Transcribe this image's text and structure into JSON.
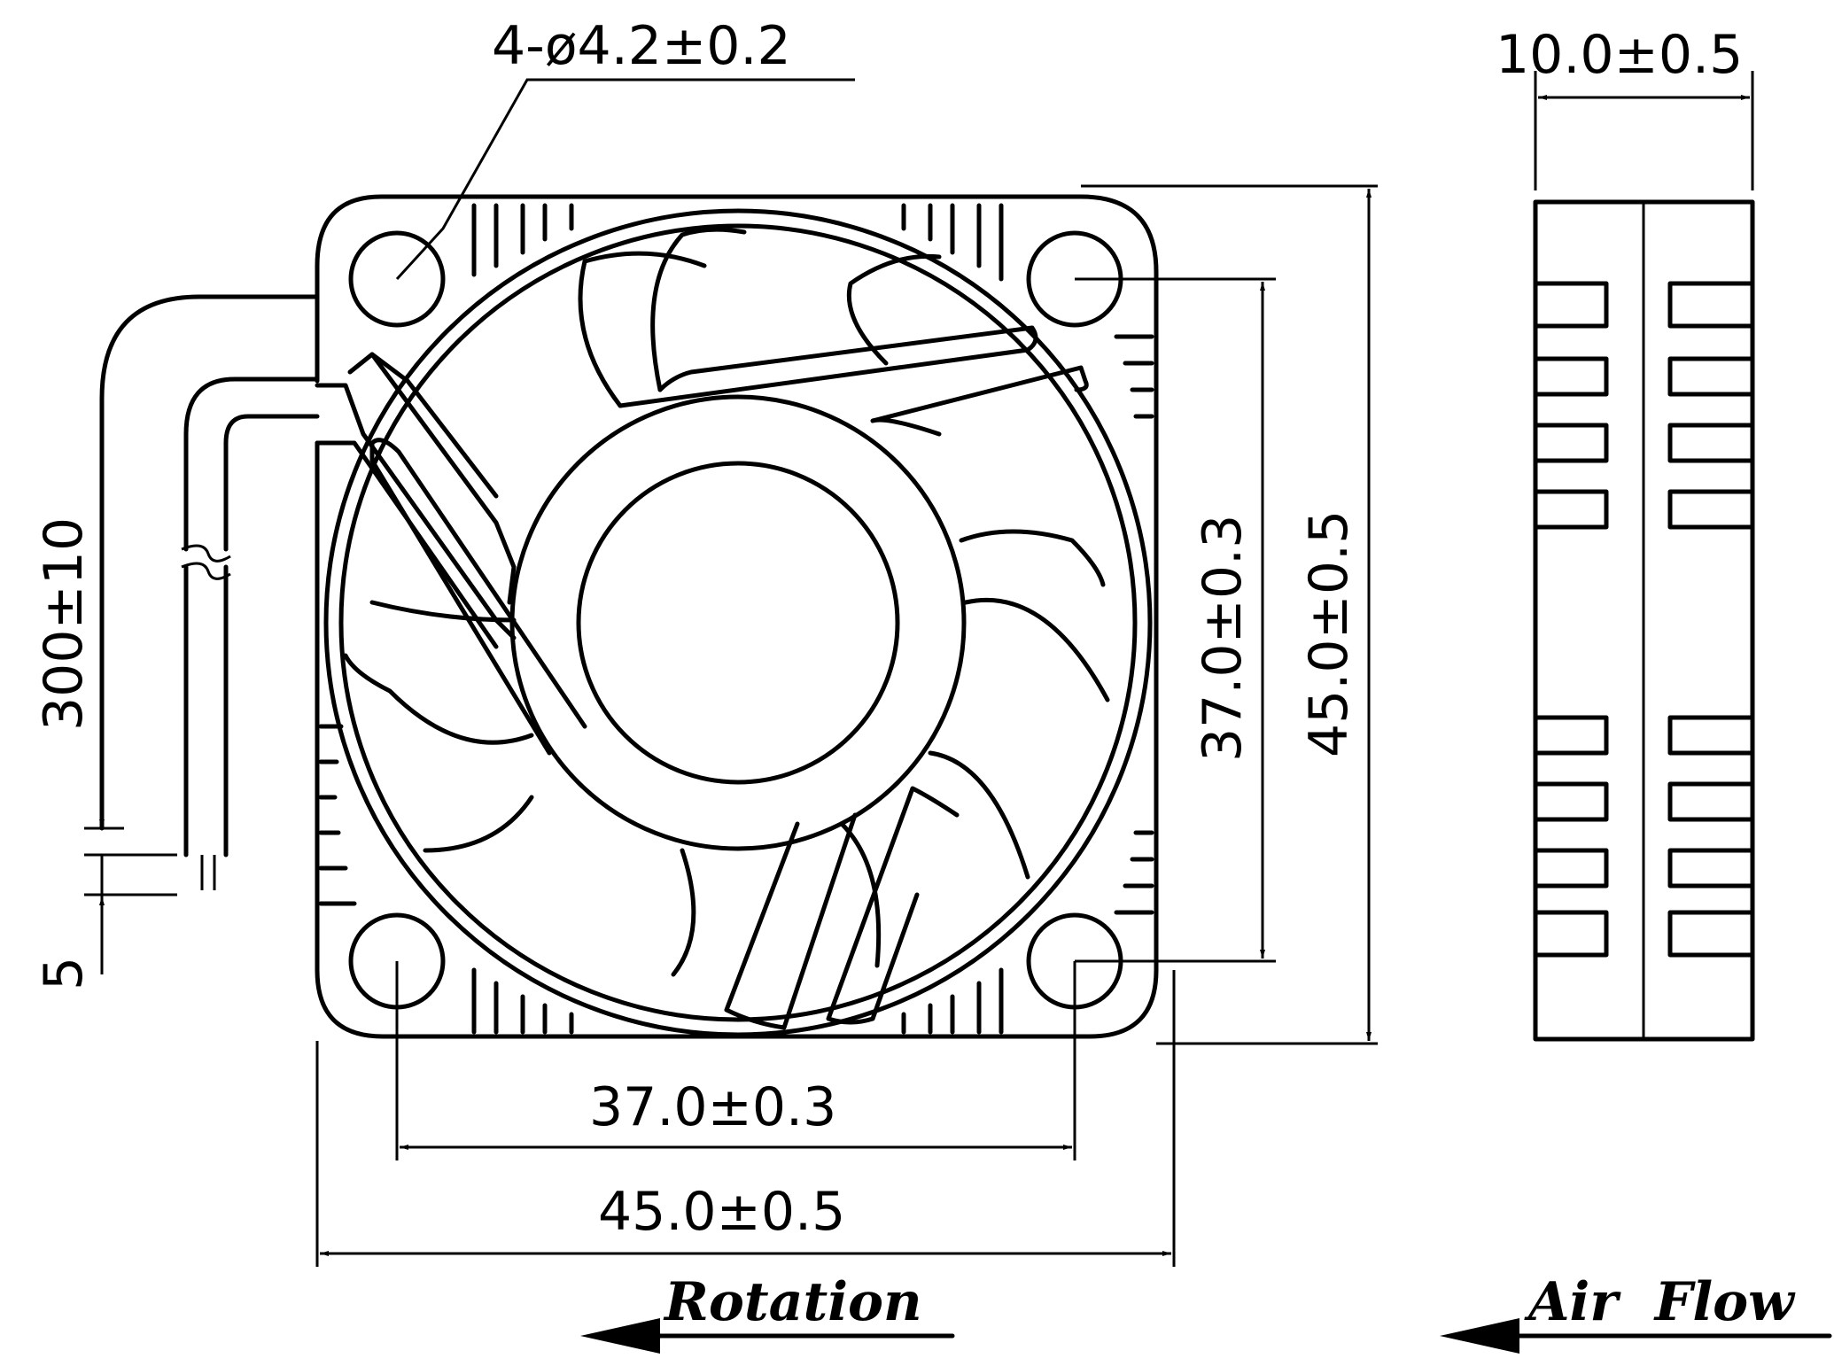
{
  "dimensions": {
    "hole_callout": "4-ø4.2±0.2",
    "depth": "10.0±0.5",
    "hole_spacing_vertical": "37.0±0.3",
    "size_vertical": "45.0±0.5",
    "hole_spacing_horizontal": "37.0±0.3",
    "size_horizontal": "45.0±0.5",
    "cable_length": "300±10",
    "strip_length": "5"
  },
  "labels": {
    "rotation": "Rotation",
    "airflow": "Air  Flow"
  },
  "colors": {
    "ink": "#000000",
    "paper": "#ffffff"
  },
  "icons": [
    "rotation-arrow-icon",
    "airflow-arrow-icon"
  ]
}
